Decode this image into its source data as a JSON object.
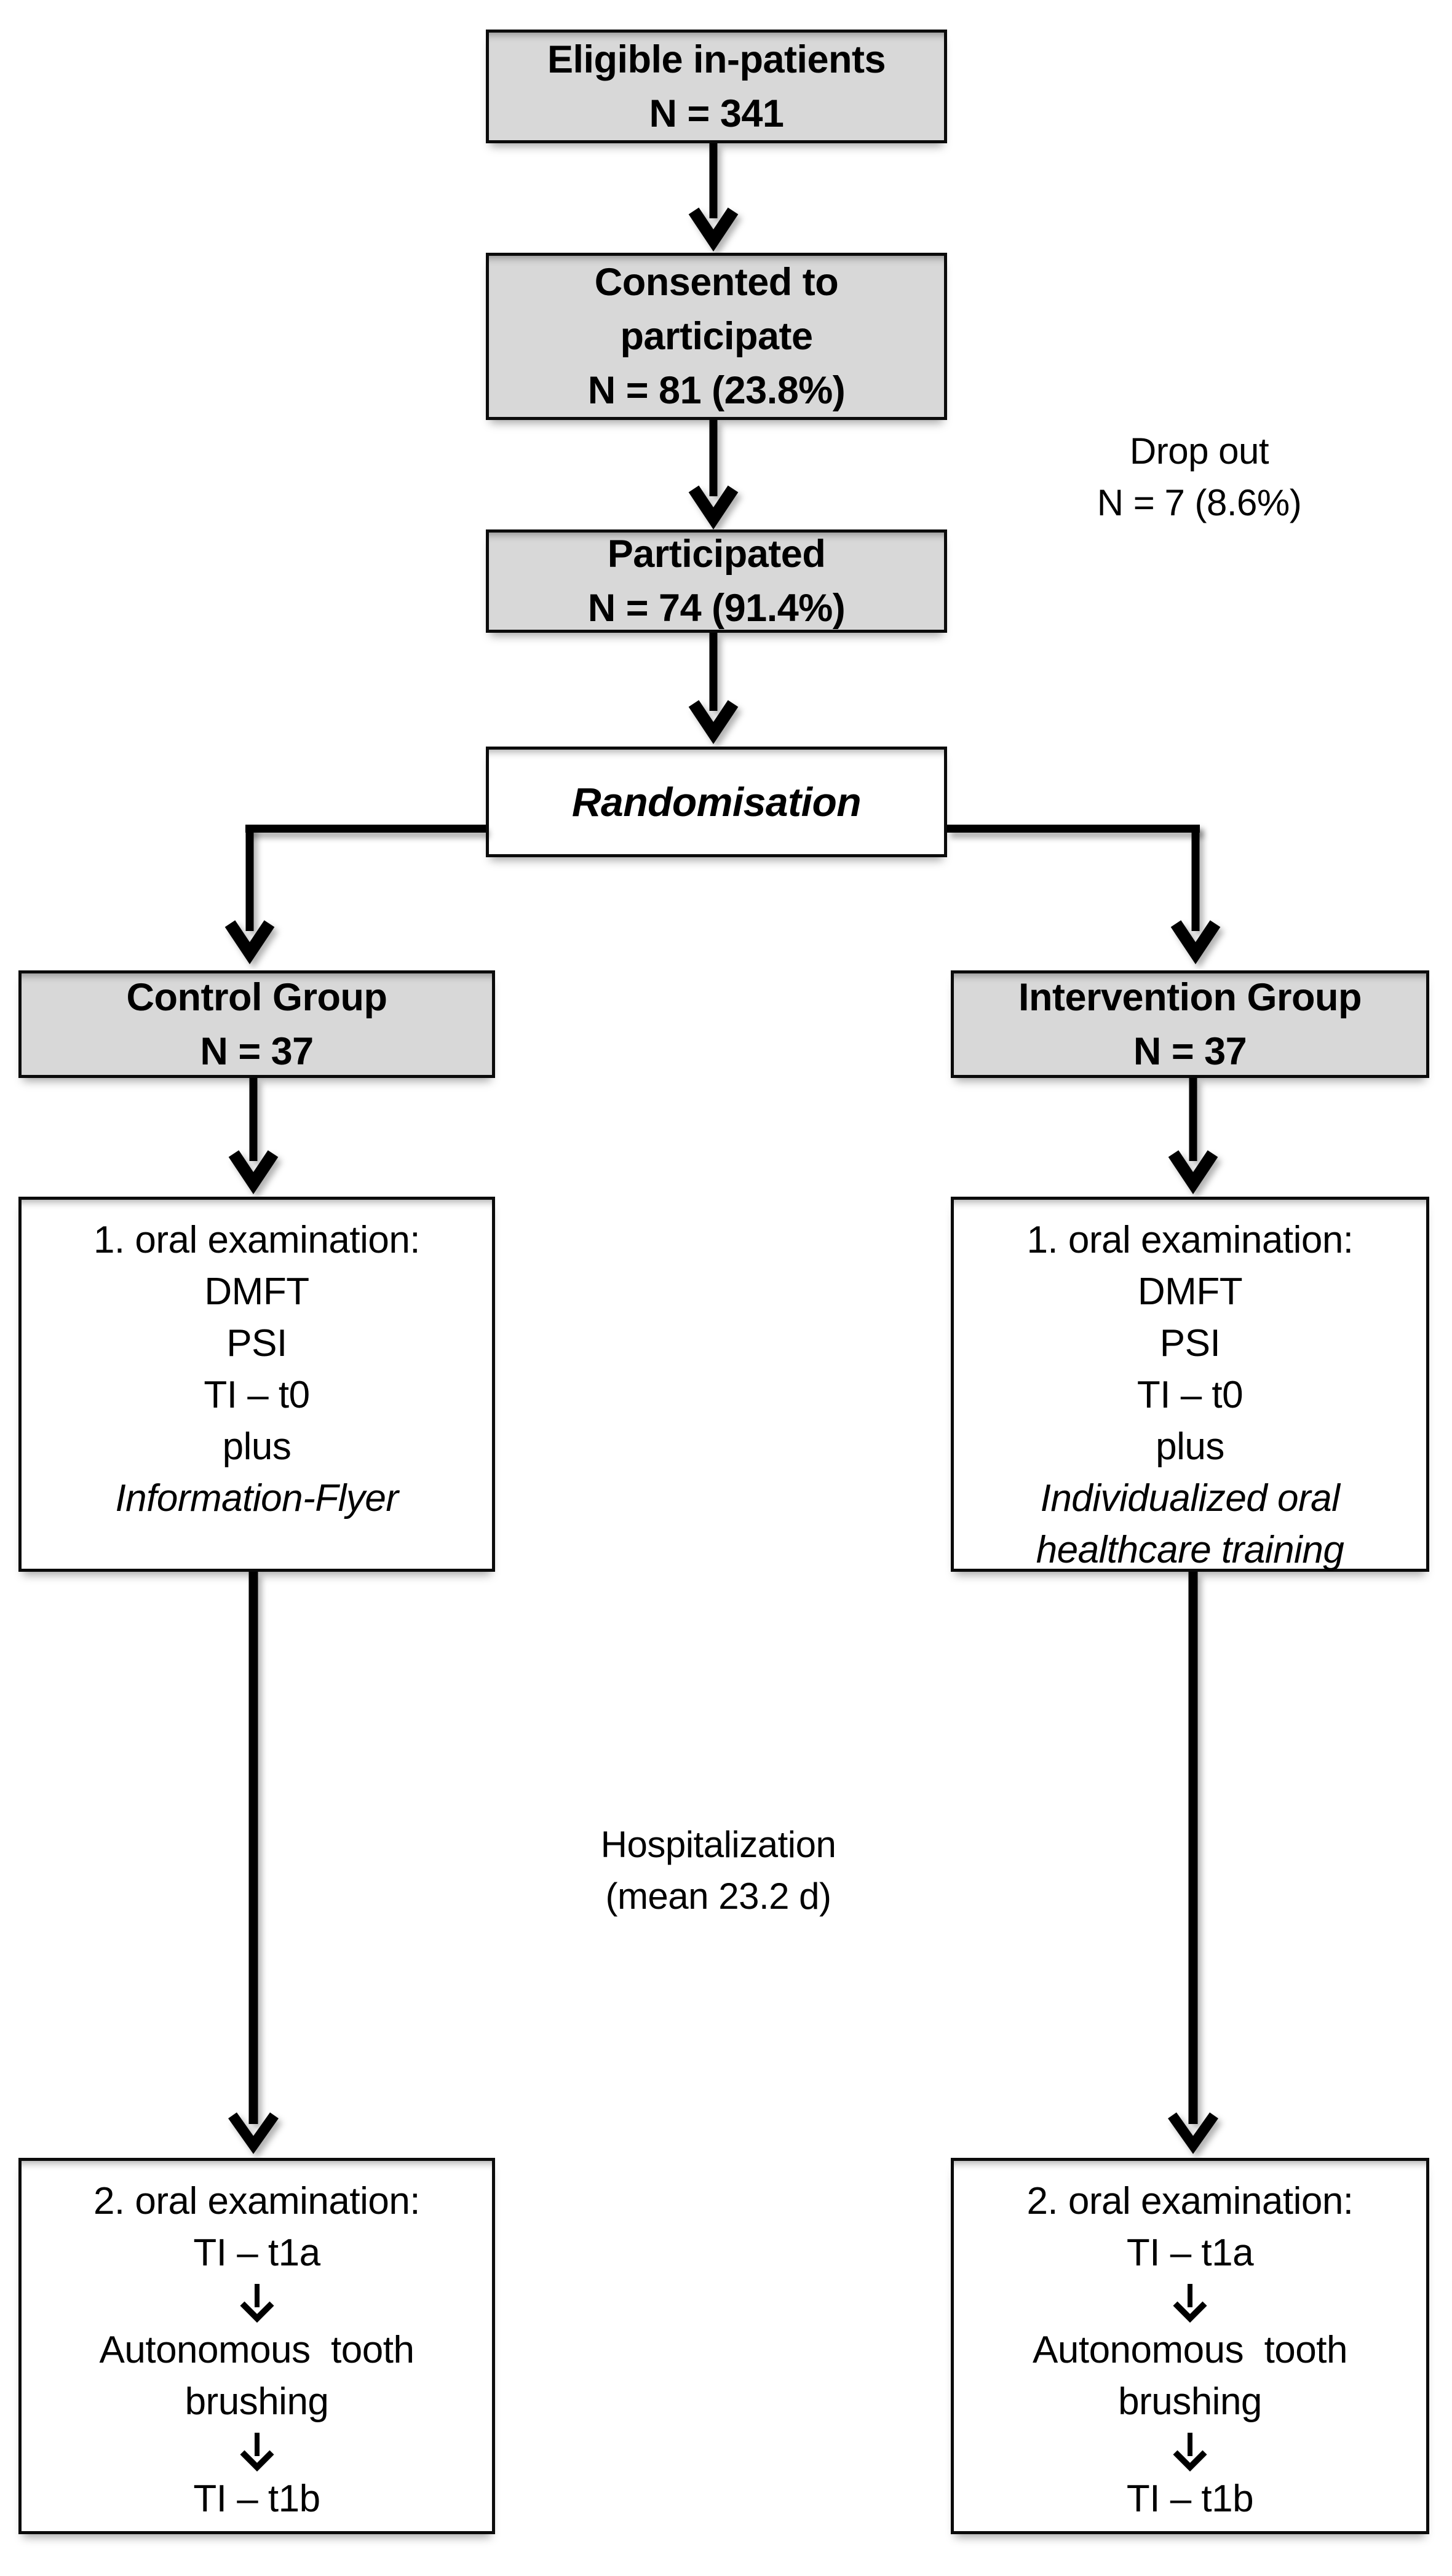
{
  "figure": {
    "eligible": {
      "line1": "Eligible in-patients",
      "line2": "N = 341"
    },
    "consented": {
      "line1": "Consented to",
      "line2": "participate",
      "line3": "N = 81 (23.8%)"
    },
    "drop_out": {
      "line1": "Drop out",
      "line2": "N = 7 (8.6%)"
    },
    "participated": {
      "line1": "Participated",
      "line2": "N = 74 (91.4%)"
    },
    "randomisation": {
      "label": "Randomisation"
    },
    "control_group": {
      "line1": "Control Group",
      "line2": "N = 37"
    },
    "intervention_group": {
      "line1": "Intervention Group",
      "line2": "N = 37"
    },
    "exam1_control": {
      "title": "1. oral examination:",
      "item1": "DMFT",
      "item2": "PSI",
      "item3": "TI – t0",
      "item4": "plus",
      "item5_italic": "Information-Flyer"
    },
    "exam1_intervention": {
      "title": "1. oral examination:",
      "item1": "DMFT",
      "item2": "PSI",
      "item3": "TI – t0",
      "item4": "plus",
      "item5_italic": "Individualized oral",
      "item6_italic": "healthcare training"
    },
    "hospitalization": {
      "line1": "Hospitalization",
      "line2": "(mean 23.2 d)"
    },
    "exam2_control": {
      "title": "2. oral examination:",
      "step1": "TI – t1a",
      "step2_line1": "Autonomous  tooth",
      "step2_line2": "brushing",
      "step3": "TI – t1b"
    },
    "exam2_intervention": {
      "title": "2. oral examination:",
      "step1": "TI – t1a",
      "step2_line1": "Autonomous  tooth",
      "step2_line2": "brushing",
      "step3": "TI – t1b"
    }
  },
  "colors": {
    "box_fill_gray": "#d8d8d8",
    "box_fill_white": "#ffffff",
    "border": "#0b0b0b",
    "arrow": "#000000"
  }
}
